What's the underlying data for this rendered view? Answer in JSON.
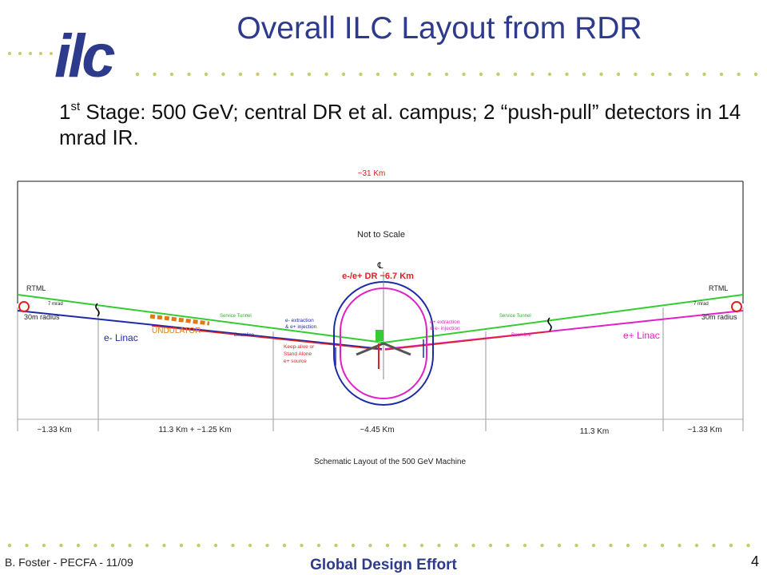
{
  "slide": {
    "title": "Overall ILC Layout from RDR",
    "subtitle_prefix": "1",
    "subtitle_sup": "st",
    "subtitle_rest": " Stage: 500 GeV; central DR et al. campus; 2 “push-pull” detectors in 14 mrad IR."
  },
  "logo": {
    "text": "ilc",
    "color": "#2e3a8c",
    "dot_color": "#c8cc66"
  },
  "diagram": {
    "total_length": "~31 Km",
    "scale_note": "Not to Scale",
    "center_symbol": "℄",
    "damping_ring": "e-/e+ DR ~6.7 Km",
    "rtml_left": "RTML",
    "rtml_right": "RTML",
    "mrad_left": "7 mrad",
    "mrad_right": "7 mrad",
    "radius_left": "30m radius",
    "radius_right": "30m radius",
    "electron_linac": "e- Linac",
    "positron_linac": "e+ Linac",
    "undulator": "UNDULATOR",
    "service_tunnel_left": "Service Tunnel",
    "service_tunnel_right": "Service Tunnel",
    "beamline_left": "Beamline",
    "beamline_right": "Beamline",
    "eminus_extraction_1": "e- extraction",
    "eminus_extraction_2": "& e+ injection",
    "eplus_extraction_1": "e+ extraction",
    "eplus_extraction_2": "& e- injection",
    "keepalive_1": "Keep-alive or",
    "keepalive_2": "Stand Alone",
    "keepalive_3": "e+ source",
    "segments": [
      "~1.33 Km",
      "11.3 Km + ~1.25 Km",
      "~4.45 Km",
      "11.3 Km",
      "~1.33 Km"
    ],
    "caption": "Schematic Layout of the 500 GeV Machine",
    "colors": {
      "electron": "#1f2aa6",
      "positron": "#e020c8",
      "service": "#33cc33",
      "red": "#e02020",
      "undulator": "#e07a10"
    }
  },
  "footer": {
    "author": "B. Foster - PECFA - 11/09",
    "center": "Global Design Effort",
    "page": "4"
  }
}
